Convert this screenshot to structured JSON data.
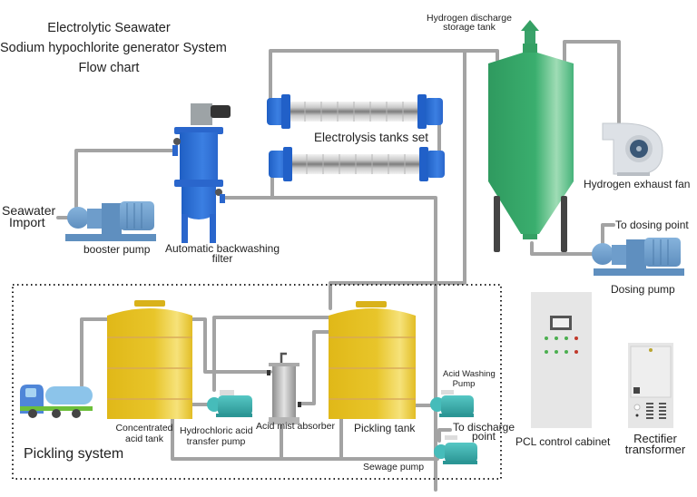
{
  "title": {
    "line1": "Electrolytic Seawater",
    "line2": "Sodium hypochlorite generator System",
    "line3": "Flow chart"
  },
  "labels": {
    "seawater_import_1": "Seawater",
    "seawater_import_2": "Import",
    "booster_pump": "booster pump",
    "filter_1": "Automatic backwashing",
    "filter_2": "filter",
    "electrolysis_tanks": "Electrolysis tanks set",
    "hydrogen_tank_1": "Hydrogen discharge",
    "hydrogen_tank_2": "storage tank",
    "exhaust_fan": "Hydrogen exhaust fan",
    "to_dosing_point": "To dosing point",
    "dosing_pump": "Dosing pump",
    "concentrated_tank_1": "Concentrated",
    "concentrated_tank_2": "acid tank",
    "hcl_pump_1": "Hydrochloric acid",
    "hcl_pump_2": "transfer pump",
    "acid_mist_absorber": "Acid mist absorber",
    "pickling_tank": "Pickling tank",
    "acid_washing_pump_1": "Acid Washing",
    "acid_washing_pump_2": "Pump",
    "to_discharge_1": "To discharge",
    "to_discharge_2": "point",
    "sewage_pump": "Sewage pump",
    "pickling_system": "Pickling system",
    "plc_cabinet": "PCL control cabinet",
    "rectifier_1": "Rectifier",
    "rectifier_2": "transformer"
  },
  "colors": {
    "pipe": "#a3a3a3",
    "pipe_dark": "#8a8a8a",
    "blue_equipment": "#2f6fd4",
    "pump_blue": "#6e9dcb",
    "hydrogen_tank_green": "#3aa26a",
    "acid_tank_yellow": "#e6c21f",
    "teal_pump": "#3bb1b1",
    "cabinet_gray": "#e6e6e6",
    "indicator_green": "#4caf50",
    "indicator_red": "#c0392b"
  }
}
